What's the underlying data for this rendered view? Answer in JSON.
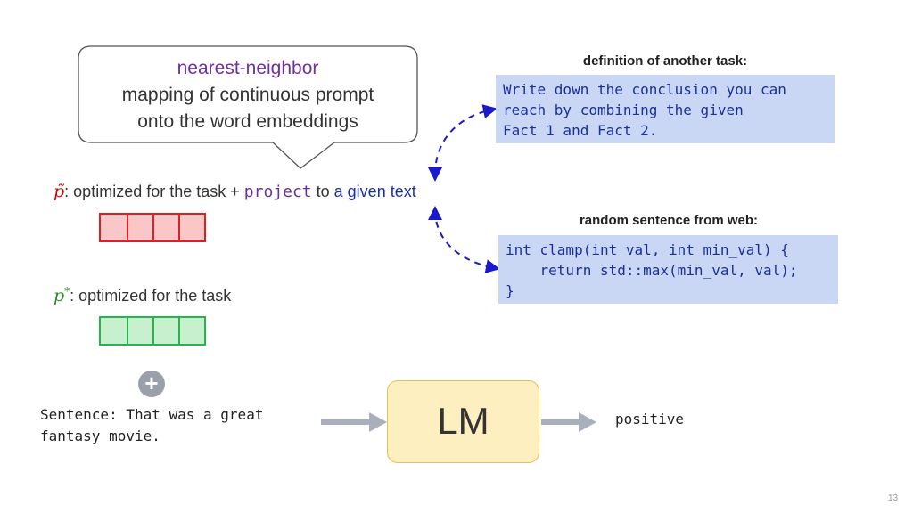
{
  "callout": {
    "line1": "nearest-neighbor",
    "line2": "mapping of continuous prompt",
    "line3": "onto the word embeddings"
  },
  "definition_box": {
    "title": "definition of another task:",
    "text": "Write down the conclusion you can\nreach by combining the given\nFact 1 and Fact 2."
  },
  "random_box": {
    "title": "random sentence from web:",
    "text": "int clamp(int val, int min_val) {\n    return std::max(min_val, val);\n}"
  },
  "p_tilde": {
    "symbol": "p̃",
    "text": ": optimized for the task + ",
    "keyword": "project",
    "to": " to ",
    "target": "a given text"
  },
  "p_star": {
    "symbol": "p",
    "superscript": "*",
    "text": ": optimized for the task"
  },
  "plus_symbol": "+",
  "input_sentence": "Sentence: That was a great\nfantasy movie.",
  "model_label": "LM",
  "output_label": "positive",
  "page_number": "13",
  "colors": {
    "purple": "#7030a0",
    "red_token": "#e02020",
    "green_token": "#28b44a",
    "code_bg": "#c9d7f5",
    "code_text": "#1a2fa0",
    "lm_bg": "#fdefc0",
    "arrow_gray": "#aab0bb"
  }
}
